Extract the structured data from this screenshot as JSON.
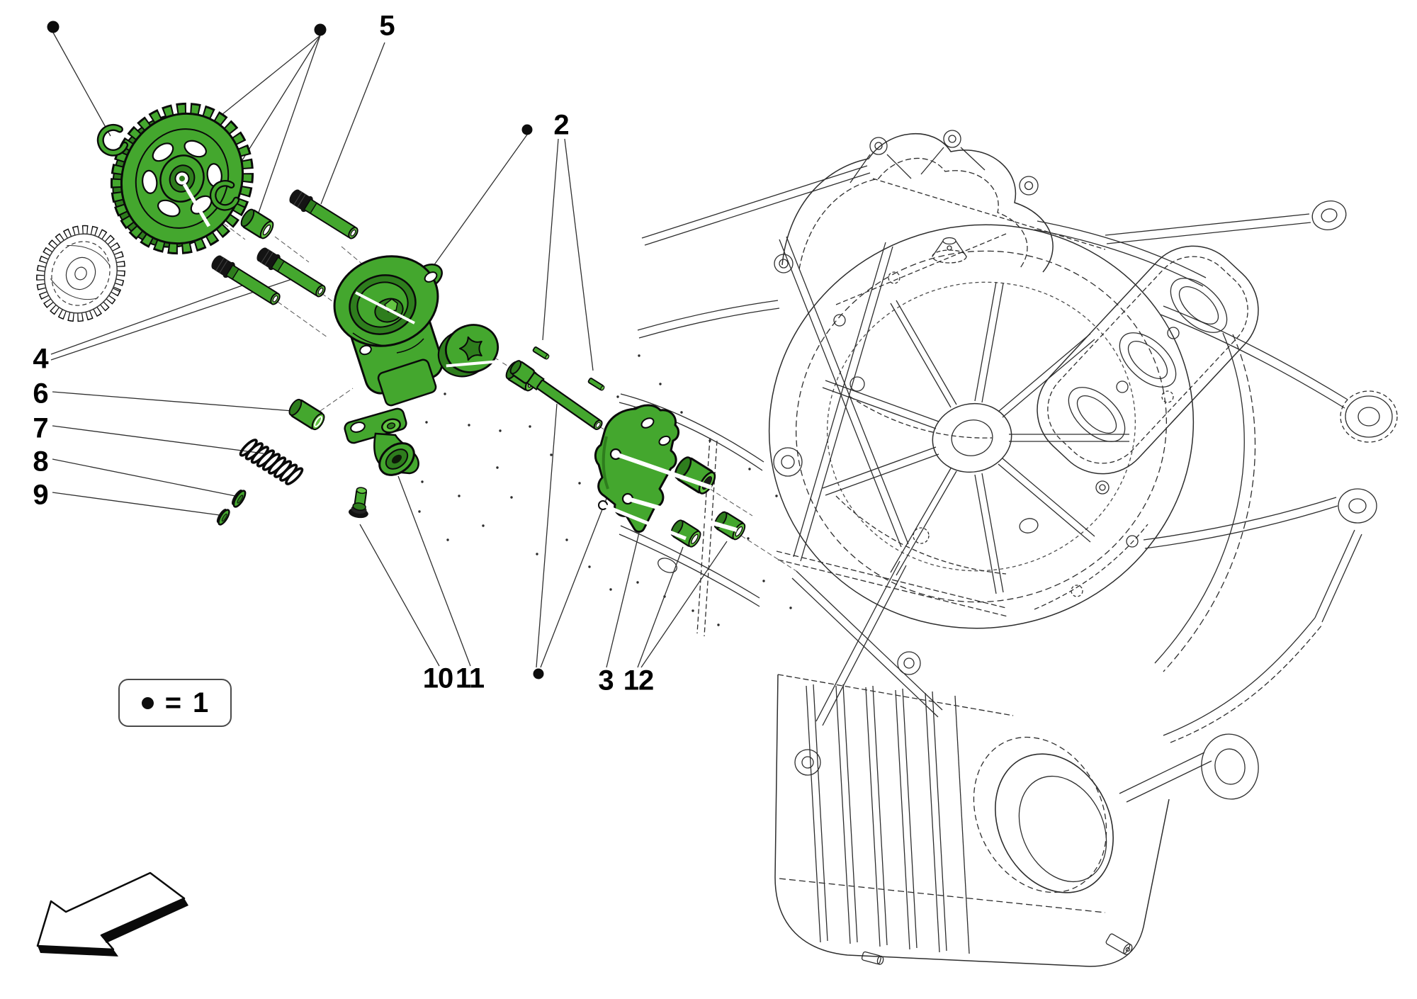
{
  "colors": {
    "highlight_green": "#44a72e",
    "highlight_green_dark": "#2e7d1d",
    "highlight_green_light": "#63c442",
    "line_art": "#2d2d2d",
    "background": "#ffffff"
  },
  "legend": {
    "marker": "●",
    "equals": "=",
    "quantity": "1"
  },
  "quantity_markers": {
    "count": 4
  },
  "callouts": [
    {
      "id": "5",
      "label": "5"
    },
    {
      "id": "2",
      "label": "2"
    },
    {
      "id": "4",
      "label": "4"
    },
    {
      "id": "6",
      "label": "6"
    },
    {
      "id": "7",
      "label": "7"
    },
    {
      "id": "8",
      "label": "8"
    },
    {
      "id": "9",
      "label": "9"
    },
    {
      "id": "10",
      "label": "10"
    },
    {
      "id": "11",
      "label": "11"
    },
    {
      "id": "3",
      "label": "3"
    },
    {
      "id": "12",
      "label": "12"
    }
  ]
}
